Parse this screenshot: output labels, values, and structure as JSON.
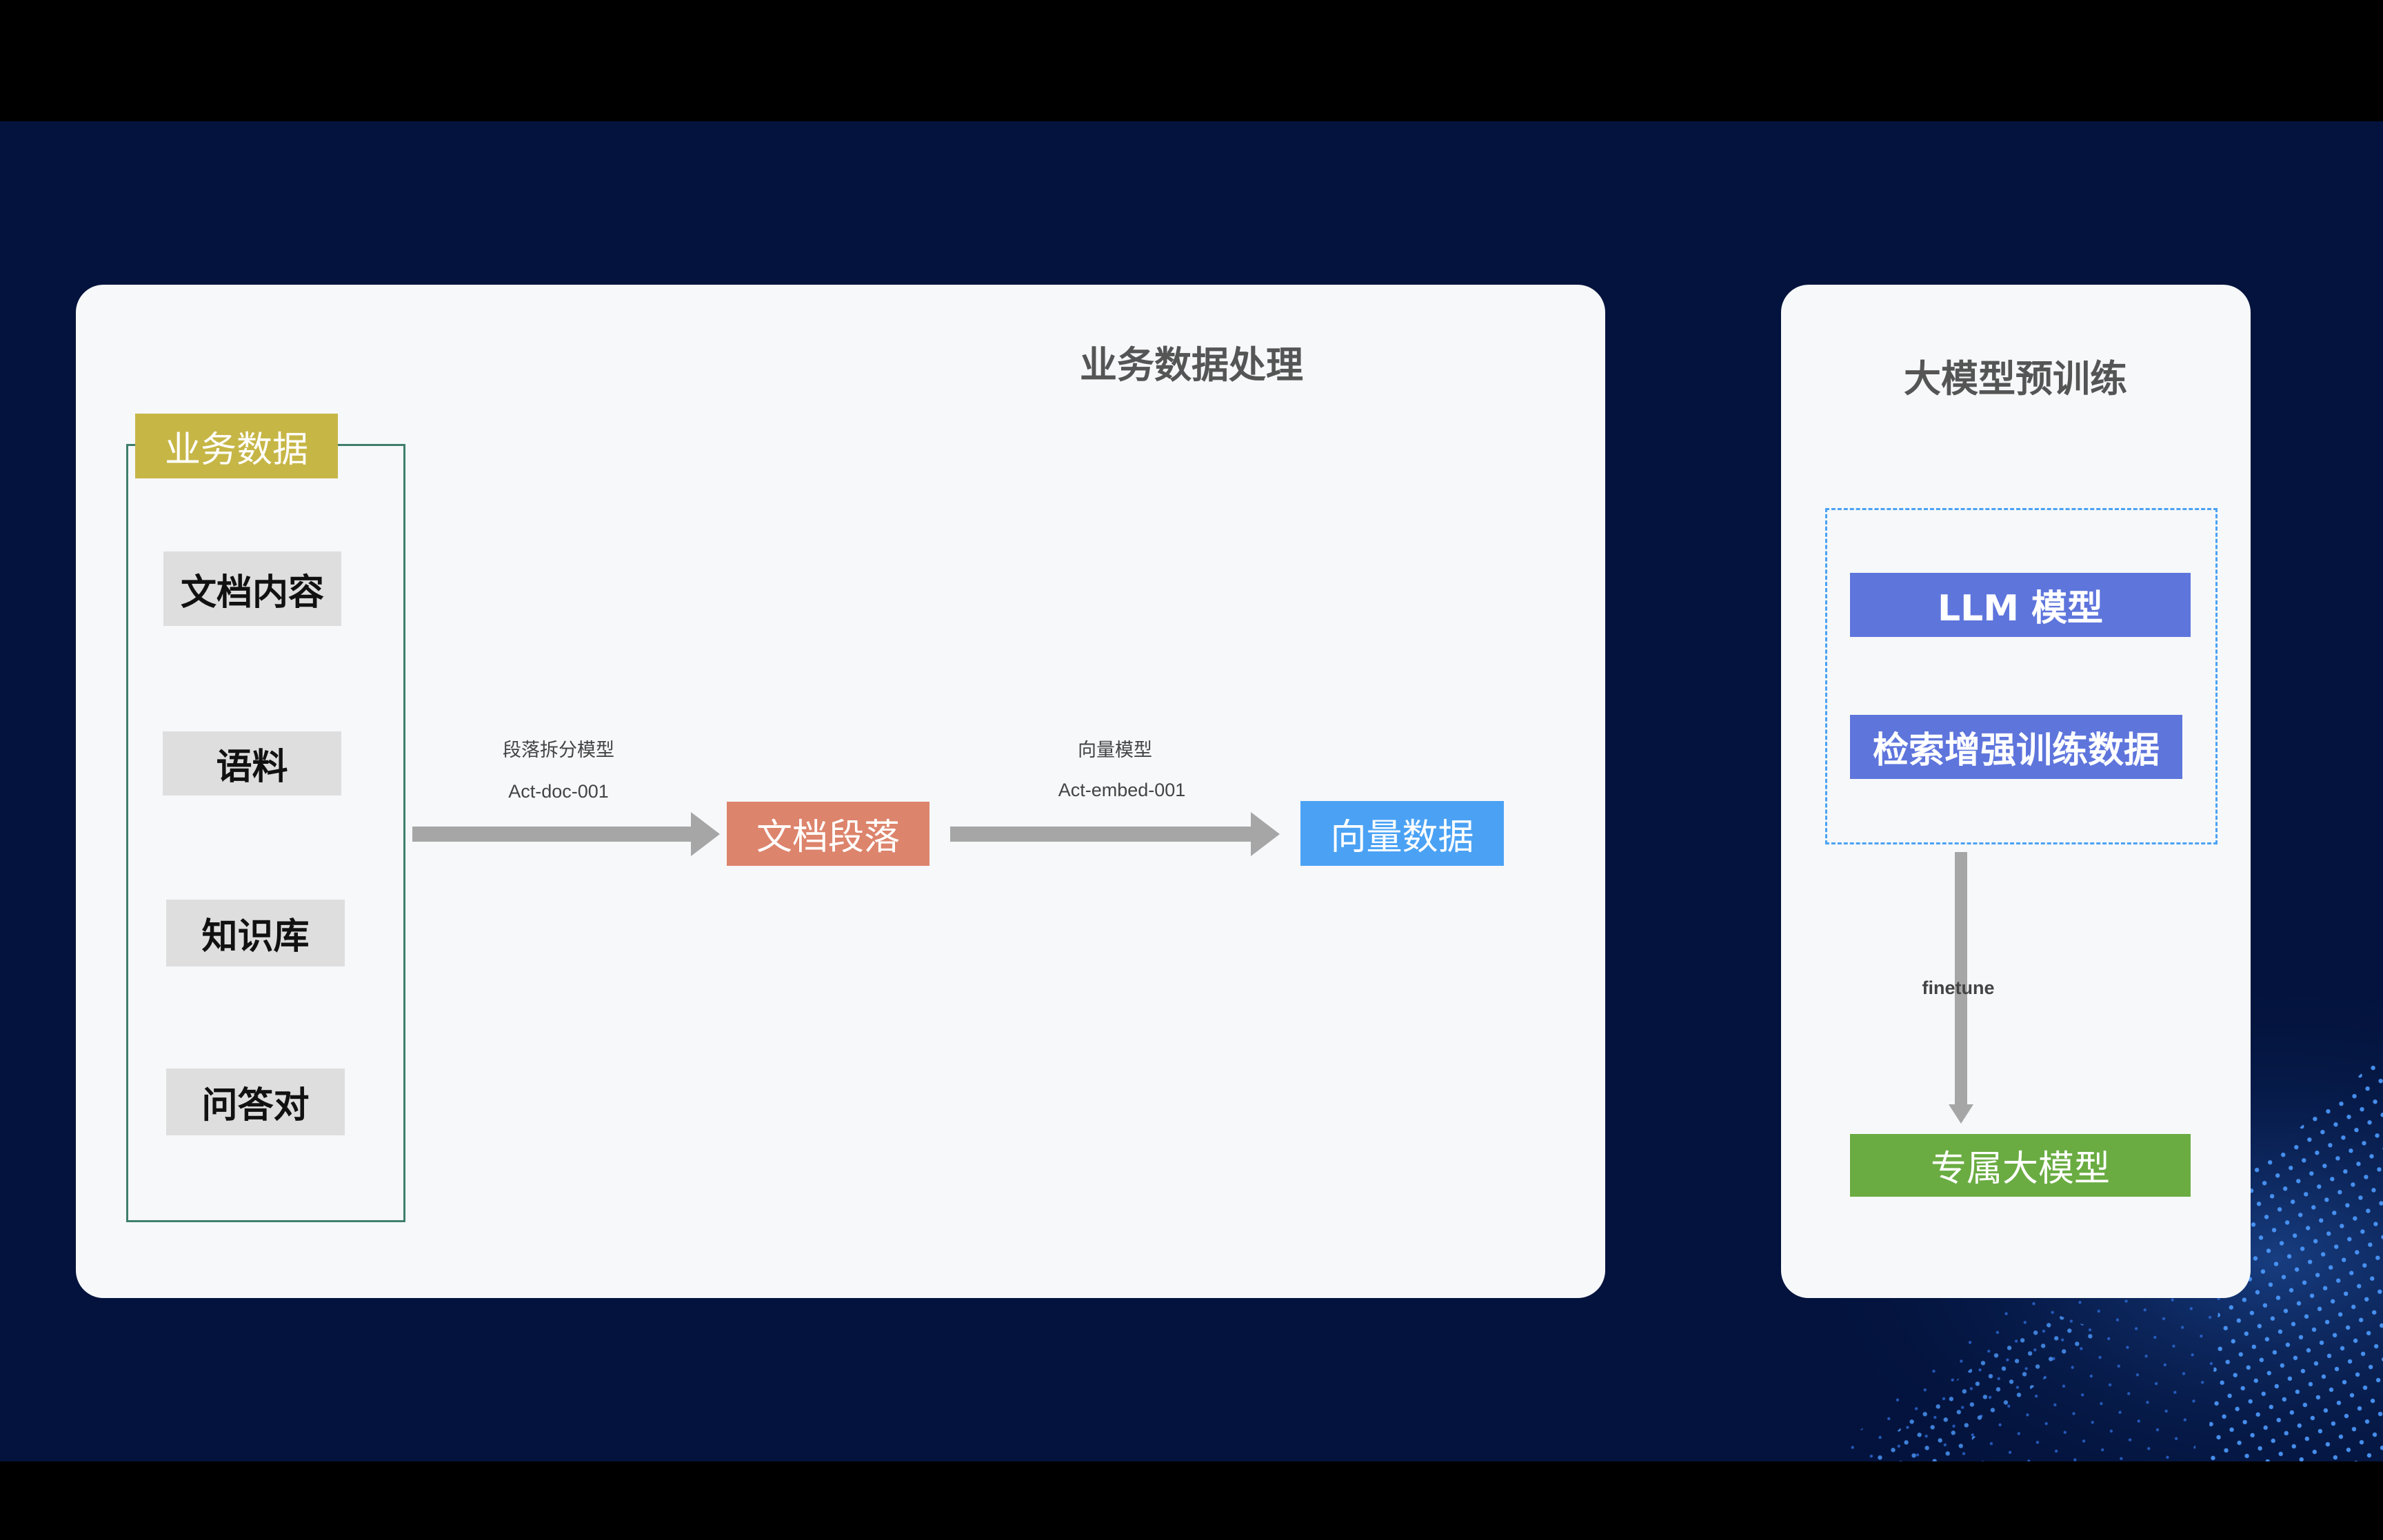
{
  "colors": {
    "page_bg": "#000000",
    "stage_bg": "#03133d",
    "card_bg": "#f6f8fa",
    "title_text": "#555555",
    "badge_yellow": "#c6b646",
    "outline_green": "#3f7f6c",
    "item_gray": "#dedede",
    "arrow_gray": "#a6a6a6",
    "doc_segment_red": "#dd846c",
    "vector_blue": "#4ba2f4",
    "llm_indigo": "#5e75dc",
    "dashed_blue": "#4ba2f4",
    "exclusive_green": "#6aac42"
  },
  "left_panel": {
    "title": "业务数据处理",
    "source_group": {
      "badge": "业务数据",
      "items": [
        "文档内容",
        "语料",
        "知识库",
        "问答对"
      ]
    },
    "step1": {
      "model_label": "段落拆分模型",
      "model_id": "Act-doc-001"
    },
    "doc_segment": "文档段落",
    "step2": {
      "model_label": "向量模型",
      "model_id": "Act-embed-001"
    },
    "vector_data": "向量数据"
  },
  "right_panel": {
    "title": "大模型预训练",
    "llm_model": "LLM 模型",
    "rag_training_data": "检索增强训练数据",
    "edge_label": "finetune",
    "exclusive_model": "专属大模型"
  }
}
